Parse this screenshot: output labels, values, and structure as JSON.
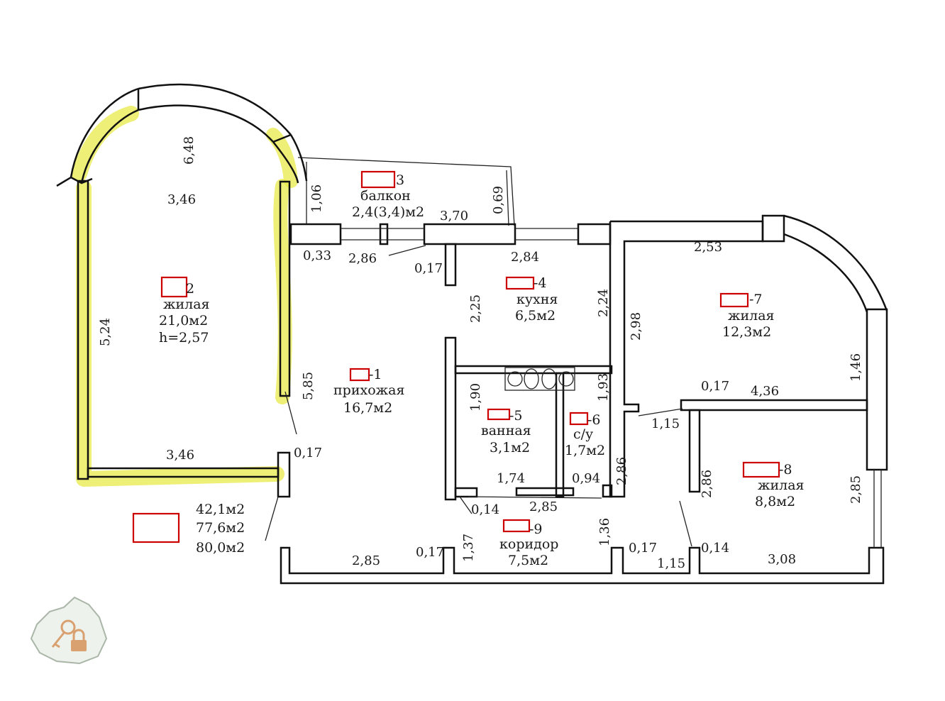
{
  "colors": {
    "wall": "#111111",
    "highlight": "#e8ea4a",
    "marker": "#cc0000",
    "logo": "#d9a070"
  },
  "rooms": [
    {
      "num": "2",
      "name": "жилая",
      "area": "21,0м2",
      "height": "h=2,57"
    },
    {
      "num": "3",
      "name": "балкон",
      "area": "2,4(3,4)м2"
    },
    {
      "num": "-4",
      "name": "кухня",
      "area": "6,5м2"
    },
    {
      "num": "-7",
      "name": "жилая",
      "area": "12,3м2"
    },
    {
      "num": "-1",
      "name": "прихожая",
      "area": "16,7м2"
    },
    {
      "num": "-5",
      "name": "ванная",
      "area": "3,1м2"
    },
    {
      "num": "-6",
      "name": "с/у",
      "area": "1,7м2"
    },
    {
      "num": "-8",
      "name": "жилая",
      "area": "8,8м2"
    },
    {
      "num": "-9",
      "name": "коридор",
      "area": "7,5м2"
    }
  ],
  "totals": [
    "42,1м2",
    "77,6м2",
    "80,0м2"
  ],
  "dimensions": [
    "6,48",
    "3,46",
    "1,06",
    "0,69",
    "3,70",
    "0,33",
    "2,86",
    "0,17",
    "2,84",
    "2,53",
    "5,24",
    "2,25",
    "2,24",
    "2,98",
    "5,85",
    "1,90",
    "1,93",
    "0,17",
    "4,36",
    "1,46",
    "1,15",
    "3,46",
    "0,17",
    "2,86",
    "2,86",
    "2,85",
    "1,74",
    "0,94",
    "0,14",
    "2,85",
    "1,36",
    "2,85",
    "0,17",
    "1,37",
    "0,17",
    "0,14",
    "1,15",
    "3,08"
  ],
  "icons": [
    "belarus-map-logo-icon",
    "key-icon",
    "padlock-icon"
  ]
}
